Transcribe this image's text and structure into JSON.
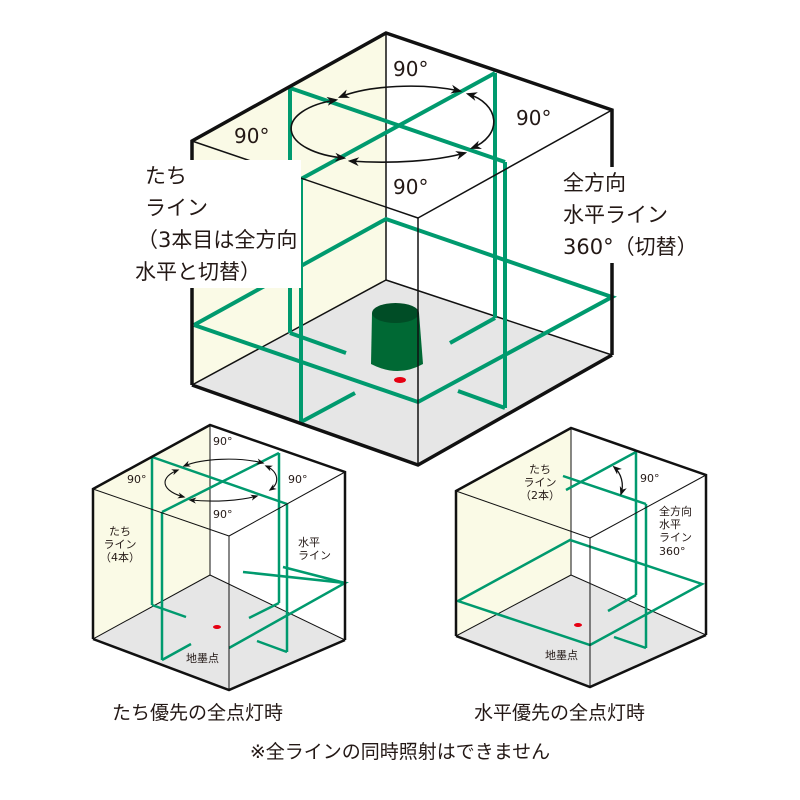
{
  "colors": {
    "laser_green": "#009a6e",
    "outline": "#111111",
    "wall_tint": "#fafae6",
    "floor_gray": "#e6e6e6",
    "unit_green": "#006934",
    "unit_top": "#004d26",
    "plumb_red": "#e60012"
  },
  "main_diagram": {
    "angle_top": "90°",
    "angle_left": "90°",
    "angle_right": "90°",
    "angle_bottom": "90°",
    "left_label": [
      "たち",
      "ライン",
      "（3本目は全方向",
      "水平と切替）"
    ],
    "right_label": [
      "全方向",
      "水平ライン",
      "360°（切替）"
    ]
  },
  "vertical_priority_diagram": {
    "angle_top": "90°",
    "angle_left": "90°",
    "angle_right": "90°",
    "angle_bottom": "90°",
    "left_label": [
      "たち",
      "ライン",
      "（4本）"
    ],
    "right_label": [
      "水平",
      "ライン"
    ],
    "floor_label": "地墨点",
    "caption": "たち優先の全点灯時"
  },
  "horizontal_priority_diagram": {
    "angle": "90°",
    "left_label": [
      "たち",
      "ライン",
      "（2本）"
    ],
    "right_label": [
      "全方向",
      "水平",
      "ライン",
      "360°"
    ],
    "floor_label": "地墨点",
    "caption": "水平優先の全点灯時"
  },
  "footnote": "※全ラインの同時照射はできません"
}
